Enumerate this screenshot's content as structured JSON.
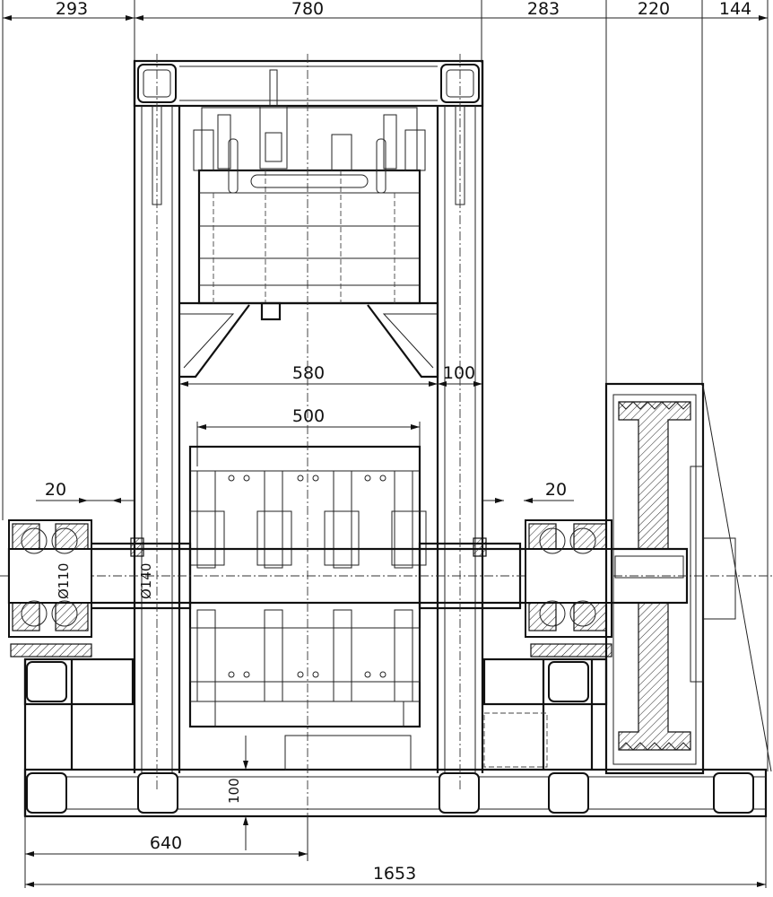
{
  "dimensions": {
    "top_left_offset": "293",
    "frame_width": "780",
    "right_offset": "283",
    "pulley_width": "220",
    "right_end": "144",
    "inner_clear": "580",
    "post_width": "100",
    "rotor_length": "500",
    "gap_left": "20",
    "gap_right": "20",
    "bearing_dia": "Ø110",
    "shaft_dia": "Ø140",
    "base_height": "100",
    "half_length": "640",
    "total_length": "1653"
  }
}
